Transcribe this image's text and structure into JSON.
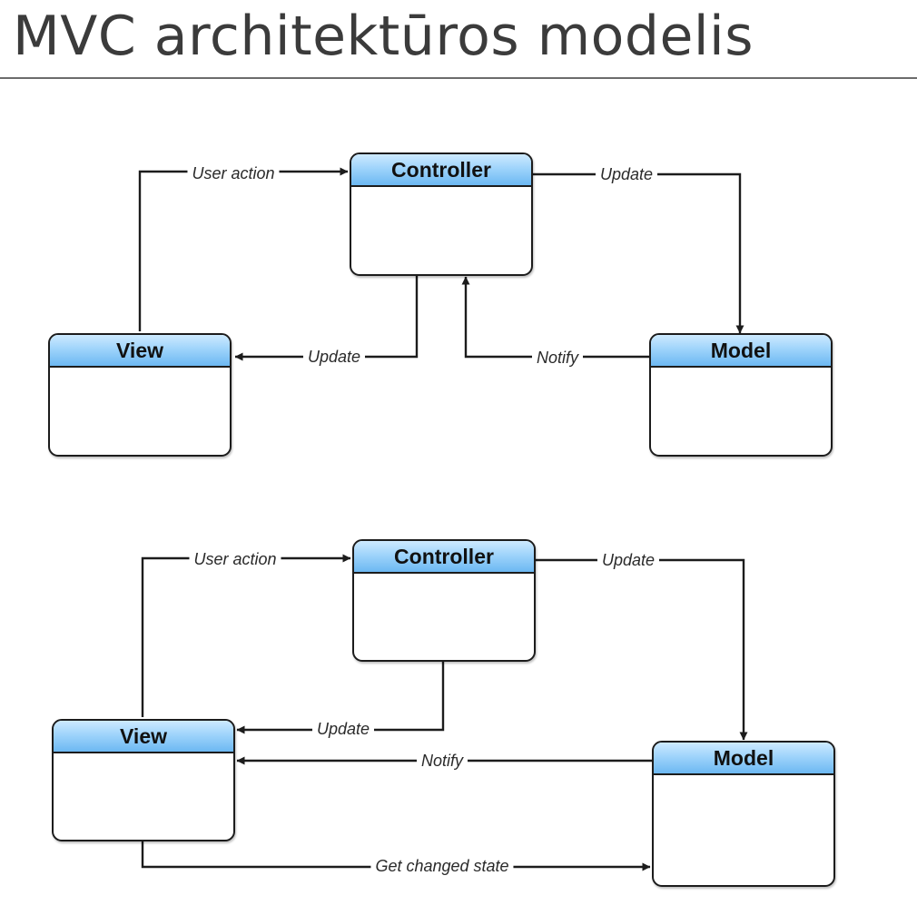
{
  "title": "MVC architektūros modelis",
  "diagrams": [
    {
      "controller": "Controller",
      "view": "View",
      "model": "Model",
      "edges": {
        "user_action": "User action",
        "ctrl_to_model": "Update",
        "ctrl_to_view": "Update",
        "notify": "Notify"
      }
    },
    {
      "controller": "Controller",
      "view": "View",
      "model": "Model",
      "edges": {
        "user_action": "User action",
        "ctrl_to_model": "Update",
        "ctrl_to_view": "Update",
        "notify": "Notify",
        "get_state": "Get changed state"
      }
    }
  ],
  "colors": {
    "header_light": "#cdeaff",
    "header_dark": "#6cb8f2",
    "stroke": "#1c1c1c",
    "title": "#3b3b3b"
  }
}
